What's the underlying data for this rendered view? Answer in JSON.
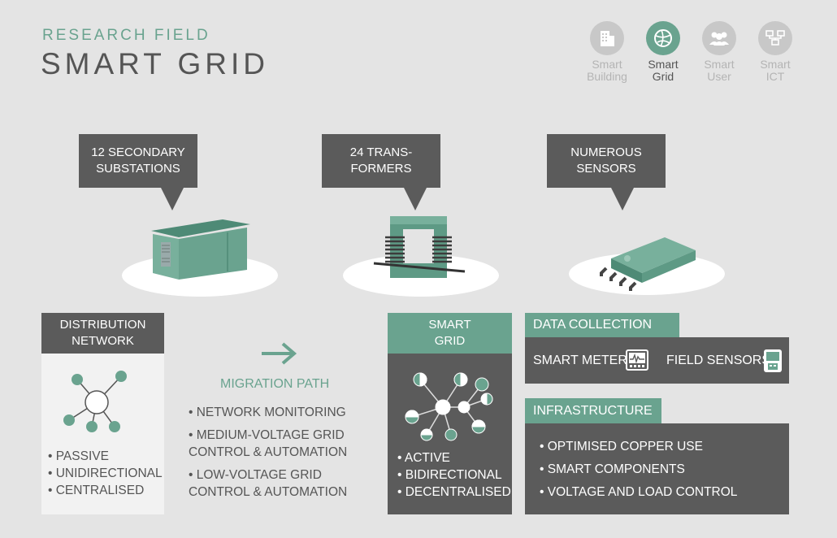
{
  "header": {
    "kicker": "RESEARCH FIELD",
    "title": "SMART GRID"
  },
  "nav": [
    {
      "label": "Smart\nBuilding",
      "icon": "building-icon",
      "active": false
    },
    {
      "label": "Smart\nGrid",
      "icon": "globe-icon",
      "active": true
    },
    {
      "label": "Smart\nUser",
      "icon": "users-icon",
      "active": false
    },
    {
      "label": "Smart\nICT",
      "icon": "network-icon",
      "active": false
    }
  ],
  "callouts": [
    {
      "text": "12 SECONDARY\nSUBSTATIONS",
      "icon": "substation-icon"
    },
    {
      "text": "24 TRANS-\nFORMERS",
      "icon": "transformer-icon"
    },
    {
      "text": "NUMEROUS\nSENSORS",
      "icon": "sensor-chip-icon"
    }
  ],
  "distribution": {
    "title": "DISTRIBUTION\nNETWORK",
    "items": [
      "PASSIVE",
      "UNIDIRECTIONAL",
      "CENTRALISED"
    ]
  },
  "migration": {
    "title": "MIGRATION PATH",
    "items": [
      "NETWORK MONITORING",
      "MEDIUM-VOLTAGE GRID\nCONTROL & AUTOMATION",
      "LOW-VOLTAGE GRID\nCONTROL & AUTOMATION"
    ]
  },
  "smart_grid": {
    "title": "SMART\nGRID",
    "items": [
      "ACTIVE",
      "BIDIRECTIONAL",
      "DECENTRALISED"
    ]
  },
  "data_collection": {
    "title": "DATA COLLECTION",
    "smart_meter": "SMART METER",
    "field_sensors": "FIELD SENSORS"
  },
  "infrastructure": {
    "title": "INFRASTRUCTURE",
    "items": [
      "OPTIMISED COPPER USE",
      "SMART COMPONENTS",
      "VOLTAGE AND LOAD CONTROL"
    ]
  },
  "colors": {
    "accent": "#6aa38f",
    "dark": "#5b5b5b",
    "background": "#e4e4e4"
  }
}
